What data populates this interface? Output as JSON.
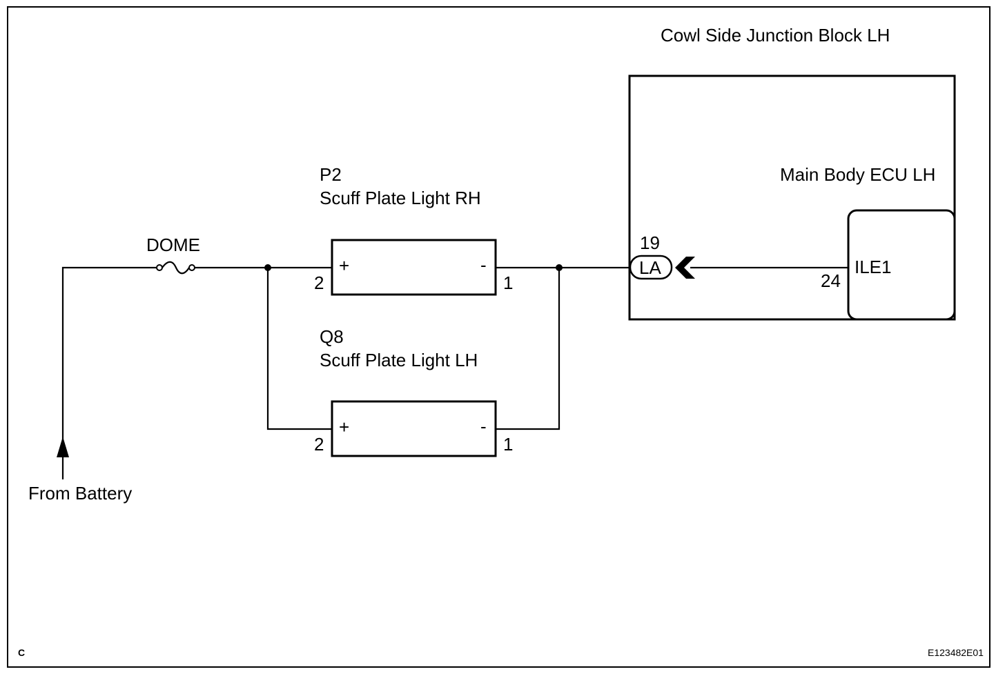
{
  "block": {
    "title": "Cowl Side Junction Block LH"
  },
  "ecu": {
    "title": "Main Body ECU LH",
    "terminal_label": "ILE1",
    "pin": "24"
  },
  "connector": {
    "name": "LA",
    "pin": "19"
  },
  "fuse": {
    "label": "DOME"
  },
  "light_rh": {
    "code": "P2",
    "name": "Scuff Plate Light RH",
    "plus": "+",
    "minus": "-",
    "pin_plus": "2",
    "pin_minus": "1"
  },
  "light_lh": {
    "code": "Q8",
    "name": "Scuff Plate Light LH",
    "plus": "+",
    "minus": "-",
    "pin_plus": "2",
    "pin_minus": "1"
  },
  "source": {
    "label": "From Battery"
  },
  "corner": {
    "left": "C",
    "right": "E123482E01"
  }
}
